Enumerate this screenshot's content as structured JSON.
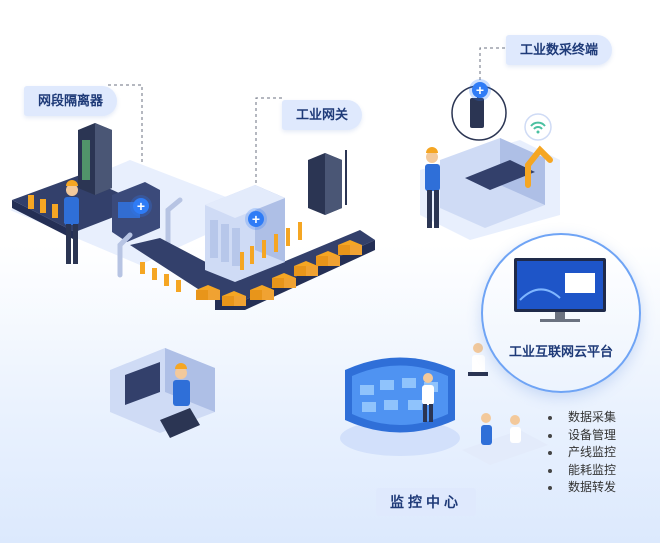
{
  "labels": {
    "network_isolator": "网段隔离器",
    "industrial_gateway": "工业网关",
    "data_terminal": "工业数采终端",
    "cloud_platform": "工业互联网云平台",
    "monitoring_center": "监控中心"
  },
  "features": [
    "数据采集",
    "设备管理",
    "产线监控",
    "能耗监控",
    "数据转发"
  ],
  "icons": [
    "plus-icon",
    "wifi-icon",
    "antenna-icon"
  ],
  "colors": {
    "accent": "#2f7cf6",
    "label_bg": "#dfe9fd",
    "label_text": "#1e3a78",
    "machine": "#c9d6f2",
    "conveyor": "#33406b",
    "box": "#f5a623"
  }
}
